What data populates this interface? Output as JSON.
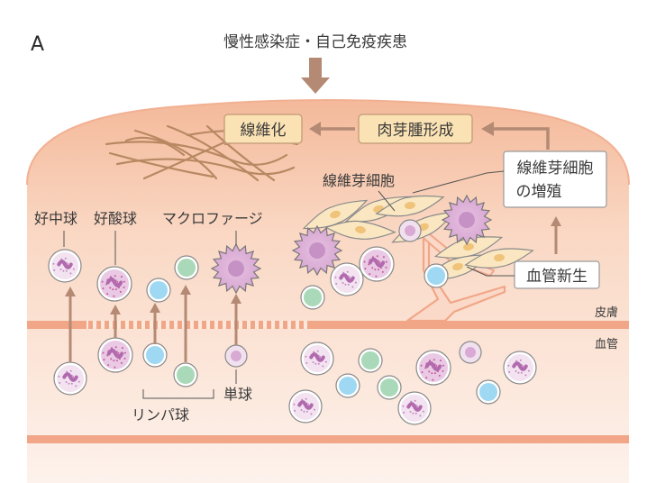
{
  "panel_letter": "A",
  "title": "慢性感染症・自己免疫疾患",
  "boxes": {
    "fibrosis": "線維化",
    "granulation": "肉芽腫形成",
    "fibroblast_proliferation_1": "線維芽細胞",
    "fibroblast_proliferation_2": "の増殖",
    "angiogenesis": "血管新生"
  },
  "labels": {
    "neutrophil": "好中球",
    "eosinophil": "好酸球",
    "macrophage": "マクロファージ",
    "fibroblast": "線維芽細胞",
    "monocyte": "単球",
    "lymphocyte": "リンパ球",
    "skin": "皮膚",
    "vessel": "血管"
  },
  "colors": {
    "tissue_top": "#f6c5a8",
    "tissue_bottom": "#fdf1ea",
    "vessel_wall": "#f1a687",
    "arrow": "#b58a74",
    "box_fill": "#fbe2b4",
    "cell_purple": "#c08bc0",
    "cell_blue": "#9fd8f2",
    "cell_green": "#a9d9b8",
    "fibroblast": "#fae7c1",
    "fiber": "#b68560"
  }
}
